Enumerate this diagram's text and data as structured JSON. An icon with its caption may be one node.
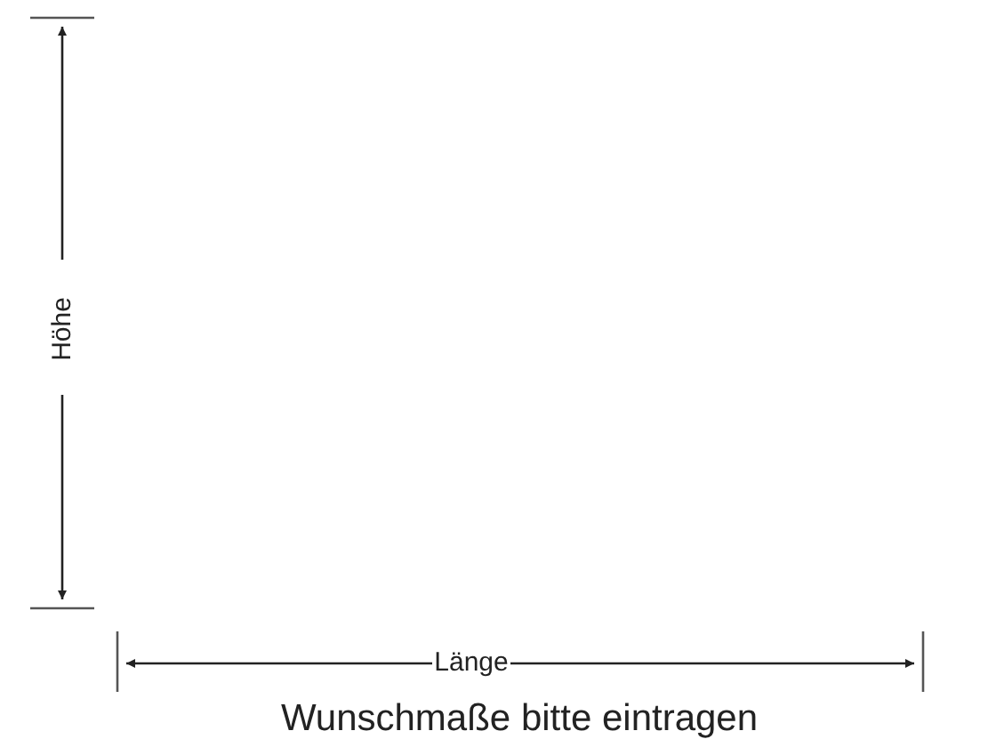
{
  "diagram": {
    "caption": "Wunschmaße bitte eintragen",
    "labels": [
      "Höhe",
      "Länge"
    ]
  }
}
